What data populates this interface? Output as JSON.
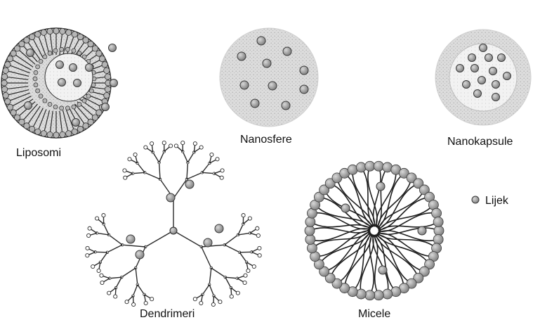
{
  "labels": {
    "liposomi": "Liposomi",
    "nanosfere": "Nanosfere",
    "nanokapsule": "Nanokapsule",
    "dendrimeri": "Dendrimeri",
    "micele": "Micele"
  },
  "legend": {
    "drug": "Lijek"
  },
  "colors": {
    "outline": "#2b2b2b",
    "drug_fill": "#9a9a9a",
    "drug_stroke": "#3a3a3a",
    "sphere_fill": "#d6d6d6",
    "shell_fill": "#c9c9c9",
    "core_fill": "#efefef",
    "head_fill": "#b5b5b5",
    "liposome_fill": "#cfcfcf"
  }
}
